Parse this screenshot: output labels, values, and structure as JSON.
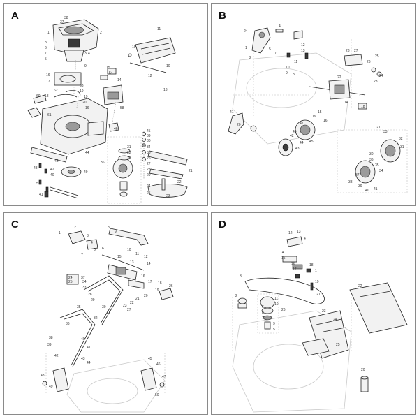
{
  "panels": {
    "a": {
      "letter": "A",
      "callouts": [
        "38",
        "37",
        "1",
        "2",
        "8",
        "6",
        "7",
        "5",
        "4",
        "3",
        "9",
        "10",
        "11",
        "10",
        "12",
        "13",
        "15",
        "14",
        "16",
        "17",
        "62",
        "63",
        "19",
        "18",
        "19",
        "60",
        "61",
        "58",
        "20",
        "16",
        "46",
        "45",
        "39",
        "30",
        "31",
        "32",
        "33",
        "34",
        "35",
        "26",
        "27",
        "28",
        "29",
        "44",
        "43",
        "42",
        "40",
        "48",
        "36",
        "49",
        "52",
        "41",
        "24",
        "25",
        "22",
        "21",
        "23",
        "54"
      ]
    },
    "b": {
      "letter": "B",
      "callouts": [
        "24",
        "4",
        "3",
        "5",
        "1",
        "2",
        "7",
        "12",
        "13",
        "11",
        "10",
        "9",
        "8",
        "28",
        "27",
        "26",
        "25",
        "24",
        "23",
        "22",
        "14",
        "15",
        "16",
        "17",
        "18",
        "19",
        "47",
        "46",
        "45",
        "44",
        "43",
        "42",
        "41",
        "20",
        "21",
        "33",
        "32",
        "31",
        "30",
        "36",
        "35",
        "34",
        "37",
        "38",
        "39",
        "40",
        "41"
      ]
    },
    "c": {
      "letter": "C",
      "callouts": [
        "1",
        "2",
        "3",
        "4",
        "5",
        "6",
        "7",
        "8",
        "9",
        "10",
        "11",
        "12",
        "13",
        "14",
        "15",
        "16",
        "17",
        "18",
        "19",
        "20",
        "21",
        "22",
        "23",
        "24",
        "25",
        "26",
        "27",
        "28",
        "29",
        "30",
        "31",
        "32",
        "33",
        "34",
        "35",
        "36",
        "37",
        "38",
        "39",
        "40",
        "41",
        "42",
        "43",
        "44",
        "45",
        "46",
        "47",
        "48",
        "49",
        "50"
      ]
    },
    "d": {
      "letter": "D",
      "callouts": [
        "12",
        "13",
        "4",
        "14",
        "15",
        "16",
        "17",
        "18",
        "19",
        "1",
        "3",
        "2",
        "11",
        "10",
        "6",
        "8",
        "7",
        "9",
        "5",
        "21",
        "26",
        "22",
        "23",
        "24",
        "25",
        "20"
      ]
    }
  }
}
